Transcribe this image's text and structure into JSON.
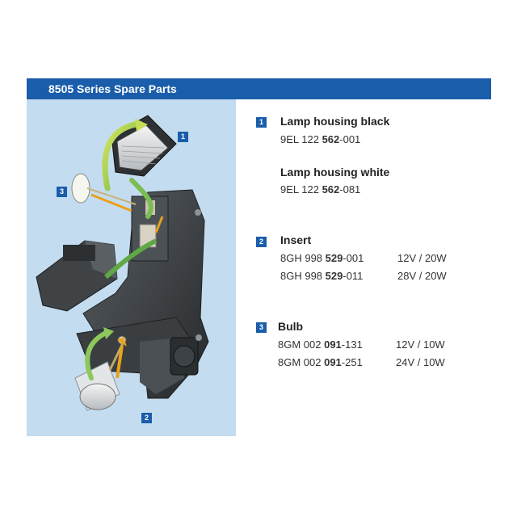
{
  "header": {
    "title": "8505 Series Spare Parts"
  },
  "figure": {
    "callouts": [
      "1",
      "3",
      "2"
    ]
  },
  "parts": [
    {
      "number": "1",
      "items": [
        {
          "name": "Lamp housing black",
          "pn_prefix": "9EL 122 ",
          "pn_bold": "562",
          "pn_suffix": "-001"
        },
        {
          "name": "Lamp housing white",
          "pn_prefix": "9EL 122 ",
          "pn_bold": "562",
          "pn_suffix": "-081"
        }
      ]
    },
    {
      "number": "2",
      "name": "Insert",
      "rows": [
        {
          "pn_prefix": "8GH 998 ",
          "pn_bold": "529",
          "pn_suffix": "-001",
          "spec": "12V  / 20W"
        },
        {
          "pn_prefix": "8GH 998 ",
          "pn_bold": "529",
          "pn_suffix": "-011",
          "spec": "28V  / 20W"
        }
      ]
    },
    {
      "number": "3",
      "name": "Bulb",
      "rows": [
        {
          "pn_prefix": "8GM 002 ",
          "pn_bold": "091",
          "pn_suffix": "-131",
          "spec": "12V / 10W"
        },
        {
          "pn_prefix": "8GM 002 ",
          "pn_bold": "091",
          "pn_suffix": "-251",
          "spec": "24V / 10W"
        }
      ]
    }
  ]
}
